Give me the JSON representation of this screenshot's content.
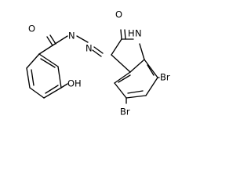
{
  "molecule": {
    "atoms": {
      "amide_oxygen": "O",
      "hydrazone_n1": "N",
      "hydrazone_n2": "N",
      "ring_nh": "H",
      "ring_n": "N",
      "lactam_oxygen": "O",
      "hydroxyl": "OH",
      "bromine_upper": "Br",
      "bromine_lower": "Br"
    }
  }
}
